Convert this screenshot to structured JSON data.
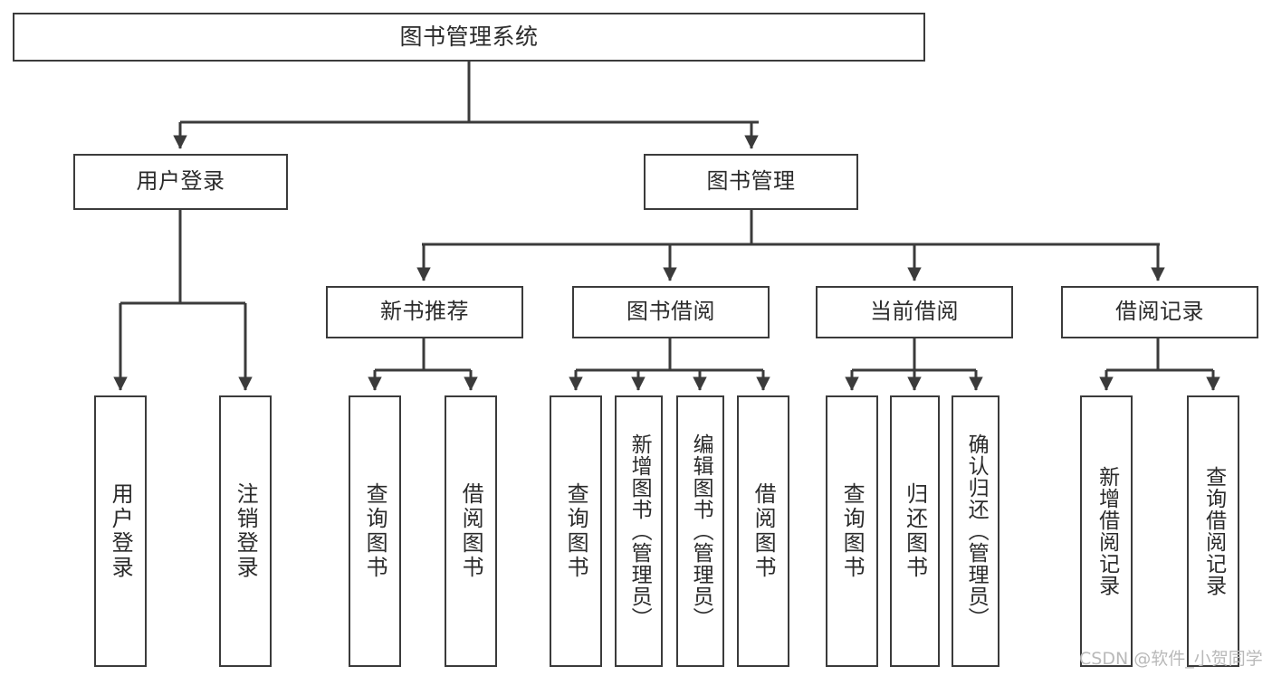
{
  "diagram": {
    "title": "图书管理系统",
    "type": "tree",
    "watermark": "CSDN @软件_小贺同学",
    "colors": {
      "border": "#3b3b3b",
      "background": "#ffffff",
      "text": "#2b2b2b",
      "watermark": "#b9b9b9"
    },
    "root": {
      "label": "图书管理系统"
    },
    "level2": [
      {
        "label": "用户登录"
      },
      {
        "label": "图书管理"
      }
    ],
    "level3": [
      {
        "label": "新书推荐"
      },
      {
        "label": "图书借阅"
      },
      {
        "label": "当前借阅"
      },
      {
        "label": "借阅记录"
      }
    ],
    "leaves": {
      "user_login": [
        {
          "label": "用户登录"
        },
        {
          "label": "注销登录"
        }
      ],
      "new_book_recommend": [
        {
          "label": "查询图书"
        },
        {
          "label": "借阅图书"
        }
      ],
      "book_borrow": [
        {
          "label": "查询图书"
        },
        {
          "label": "新增图书（管理员）"
        },
        {
          "label": "编辑图书（管理员）"
        },
        {
          "label": "借阅图书"
        }
      ],
      "current_borrow": [
        {
          "label": "查询图书"
        },
        {
          "label": "归还图书"
        },
        {
          "label": "确认归还（管理员）"
        }
      ],
      "borrow_record": [
        {
          "label": "新增借阅记录"
        },
        {
          "label": "查询借阅记录"
        }
      ]
    }
  }
}
